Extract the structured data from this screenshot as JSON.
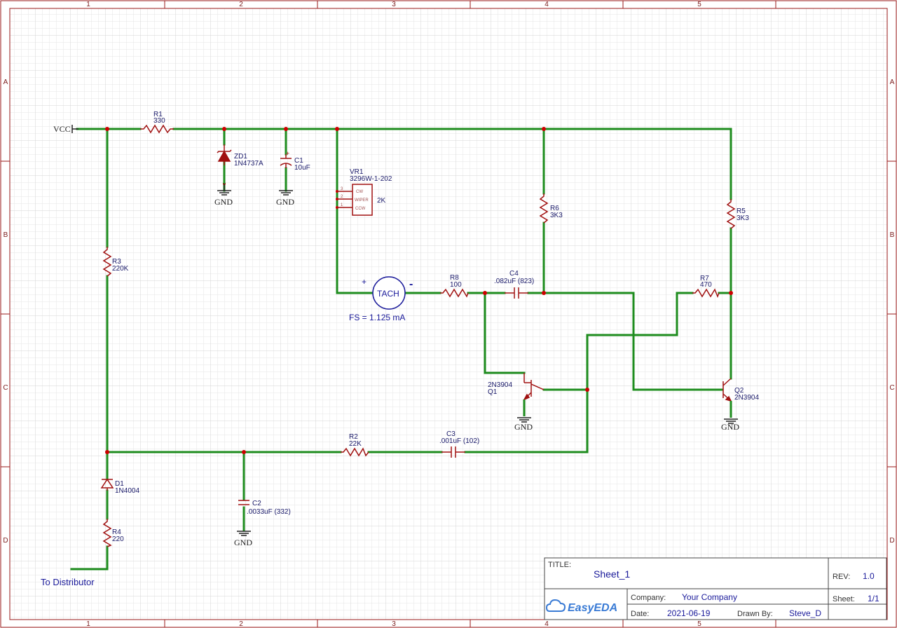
{
  "frame": {
    "columns": [
      "1",
      "2",
      "3",
      "4",
      "5"
    ],
    "rows": [
      "A",
      "B",
      "C",
      "D"
    ]
  },
  "net_labels": {
    "vcc": "VCC",
    "gnd": "GND",
    "to_distributor": "To Distributor"
  },
  "components": {
    "r1": {
      "ref": "R1",
      "value": "330"
    },
    "zd1": {
      "ref": "ZD1",
      "value": "1N4737A"
    },
    "c1": {
      "ref": "C1",
      "value": "10uF"
    },
    "vr1": {
      "ref": "VR1",
      "value": "3296W-1-202",
      "value2": "2K",
      "pin_cw": "CW",
      "pin_wiper": "WIPER",
      "pin_ccw": "CCW",
      "pin1": "1",
      "pin2": "2",
      "pin3": "3"
    },
    "r6": {
      "ref": "R6",
      "value": "3K3"
    },
    "r5": {
      "ref": "R5",
      "value": "3K3"
    },
    "r3": {
      "ref": "R3",
      "value": "220K"
    },
    "tach": {
      "label": "TACH",
      "plus": "+",
      "minus": "-",
      "note": "FS = 1.125 mA"
    },
    "r8": {
      "ref": "R8",
      "value": "100"
    },
    "c4": {
      "ref": "C4",
      "value": ".082uF (823)"
    },
    "r7": {
      "ref": "R7",
      "value": "470"
    },
    "q1": {
      "ref": "Q1",
      "value": "2N3904"
    },
    "q2": {
      "ref": "Q2",
      "value": "2N3904"
    },
    "r2": {
      "ref": "R2",
      "value": "22K"
    },
    "c3": {
      "ref": "C3",
      "value": ".001uF (102)"
    },
    "d1": {
      "ref": "D1",
      "value": "1N4004"
    },
    "c2": {
      "ref": "C2",
      "value": ".0033uF (332)"
    },
    "r4": {
      "ref": "R4",
      "value": "220"
    }
  },
  "title_block": {
    "title_label": "TITLE:",
    "title": "Sheet_1",
    "rev_label": "REV:",
    "rev": "1.0",
    "company_label": "Company:",
    "company": "Your Company",
    "sheet_label": "Sheet:",
    "sheet": "1/1",
    "date_label": "Date:",
    "date": "2021-06-19",
    "drawn_label": "Drawn By:",
    "drawn": "Steve_D",
    "logo": "EasyEDA"
  },
  "colors": {
    "wire": "#1e8c1e",
    "component": "#a01010",
    "text": "#1a1a9a",
    "junction": "#cc0000",
    "frame": "#9a1a1a",
    "grid": "#e8e8e8"
  }
}
